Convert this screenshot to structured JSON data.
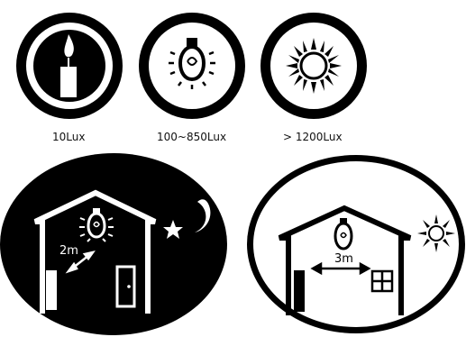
{
  "labels": {
    "candle": "10Lux",
    "bulb": "100~850Lux",
    "sun": "> 1200Lux"
  },
  "scenes": {
    "night_distance": "2m",
    "day_distance": "3m"
  }
}
